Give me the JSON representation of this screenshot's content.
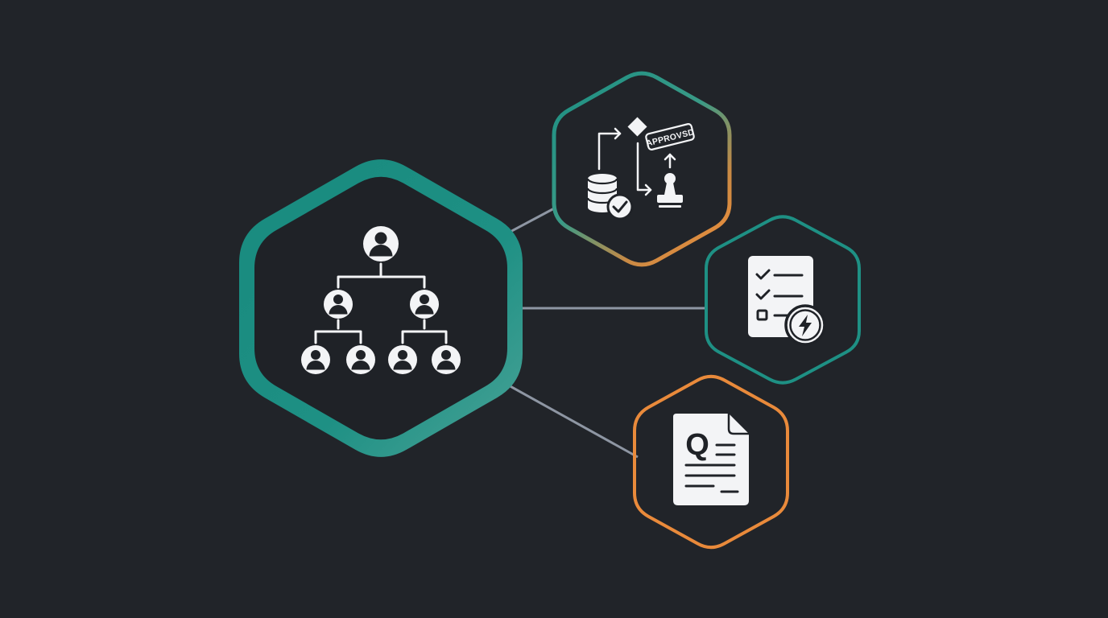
{
  "colors": {
    "background": "#212429",
    "teal": "#1e9084",
    "teal_light": "#3fa596",
    "orange": "#e98a3b",
    "connector": "#8e96a3",
    "icon": "#f3f4f6",
    "node_fill": "#1f2227"
  },
  "nodes": [
    {
      "id": "org-hierarchy",
      "icon": "org-chart-icon",
      "border": "teal"
    },
    {
      "id": "approval-workflow",
      "icon": "approval-workflow-icon",
      "border": "teal-to-orange",
      "stamp_text": "APPROVSD"
    },
    {
      "id": "checklist",
      "icon": "checklist-lightning-icon",
      "border": "teal"
    },
    {
      "id": "query-document",
      "icon": "query-document-icon",
      "border": "orange",
      "letter": "Q"
    }
  ],
  "connections": [
    {
      "from": "org-hierarchy",
      "to": "approval-workflow"
    },
    {
      "from": "org-hierarchy",
      "to": "checklist"
    },
    {
      "from": "org-hierarchy",
      "to": "query-document"
    }
  ]
}
